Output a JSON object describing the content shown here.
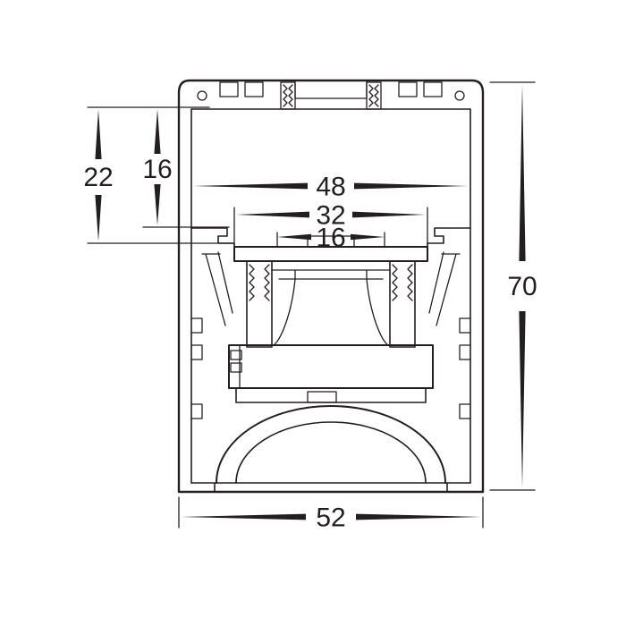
{
  "drawing": {
    "type": "technical-cross-section",
    "subject": "aluminium LED profile cross-section with recessed lens module",
    "line_color": "#231f20",
    "background_color": "#ffffff",
    "dimensions": {
      "d48": "48",
      "d32": "32",
      "d16_inner": "16",
      "d22": "22",
      "d16_left": "16",
      "d70": "70",
      "d52": "52"
    }
  }
}
